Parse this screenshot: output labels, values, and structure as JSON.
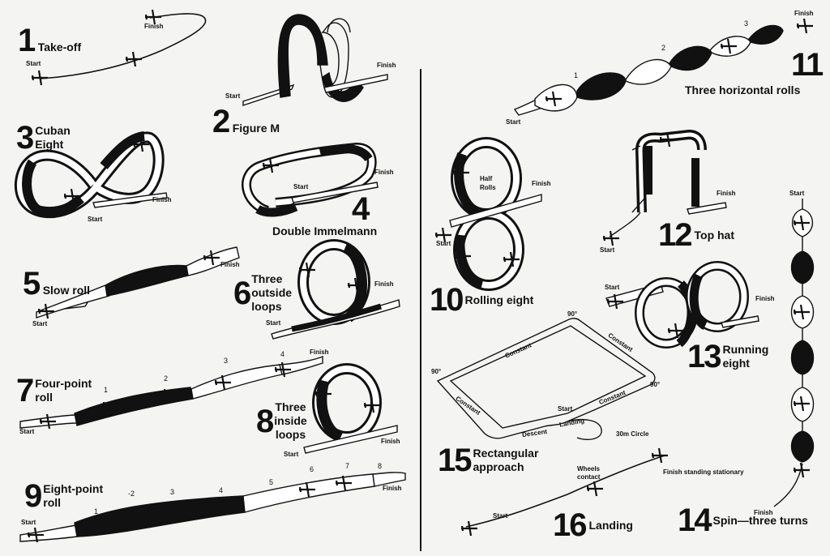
{
  "colors": {
    "ink": "#111111",
    "paper": "#f4f4f2",
    "ribbon": "#ffffff"
  },
  "maneuvers": {
    "takeoff": {
      "num": "1",
      "title": "Take-off",
      "start": "Start",
      "finish": "Finish"
    },
    "figure_m": {
      "num": "2",
      "title": "Figure M",
      "start": "Start",
      "finish": "Finish"
    },
    "cuban_eight": {
      "num": "3",
      "title1": "Cuban",
      "title2": "Eight",
      "start": "Start",
      "finish": "Finish"
    },
    "double_immelmann": {
      "num": "4",
      "title": "Double Immelmann",
      "start": "Start",
      "finish": "Finish"
    },
    "slow_roll": {
      "num": "5",
      "title": "Slow roll",
      "start": "Start",
      "finish": "Finish"
    },
    "three_outside_loops": {
      "num": "6",
      "title1": "Three",
      "title2": "outside",
      "title3": "loops",
      "start": "Start",
      "finish": "Finish"
    },
    "four_point_roll": {
      "num": "7",
      "title1": "Four-point",
      "title2": "roll",
      "start": "Start",
      "finish": "Finish",
      "points": [
        "1",
        "2",
        "3",
        "4"
      ]
    },
    "three_inside_loops": {
      "num": "8",
      "title1": "Three",
      "title2": "inside",
      "title3": "loops",
      "start": "Start",
      "finish": "Finish"
    },
    "eight_point_roll": {
      "num": "9",
      "title1": "Eight-point",
      "title2": "roll",
      "start": "Start",
      "finish": "Finish",
      "points": [
        "1",
        "-2",
        "3",
        "4",
        "5",
        "6",
        "7",
        "8"
      ]
    },
    "rolling_eight": {
      "num": "10",
      "title": "Rolling eight",
      "start": "Start",
      "finish": "Finish",
      "half1": "Half",
      "half2": "Rolls"
    },
    "three_horizontal_rolls": {
      "num": "11",
      "title": "Three horizontal rolls",
      "start": "Start",
      "finish": "Finish",
      "points": [
        "1",
        "2",
        "3"
      ]
    },
    "top_hat": {
      "num": "12",
      "title": "Top hat",
      "start": "Start",
      "finish": "Finish"
    },
    "running_eight": {
      "num": "13",
      "title1": "Running",
      "title2": "eight",
      "start": "Start",
      "finish": "Finish"
    },
    "spin": {
      "num": "14",
      "title": "Spin—three turns",
      "start": "Start",
      "finish": "Finish"
    },
    "rectangular_approach": {
      "num": "15",
      "title1": "Rectangular",
      "title2": "approach",
      "corners": [
        "90°",
        "90°",
        "90°"
      ],
      "constant": "Constant",
      "start": "Start",
      "landing": "Landing",
      "descent": "Descent",
      "circle": "30m Circle"
    },
    "landing": {
      "num": "16",
      "title": "Landing",
      "start": "Start",
      "wheels1": "Wheels",
      "wheels2": "contact",
      "finish": "Finish standing stationary"
    }
  }
}
